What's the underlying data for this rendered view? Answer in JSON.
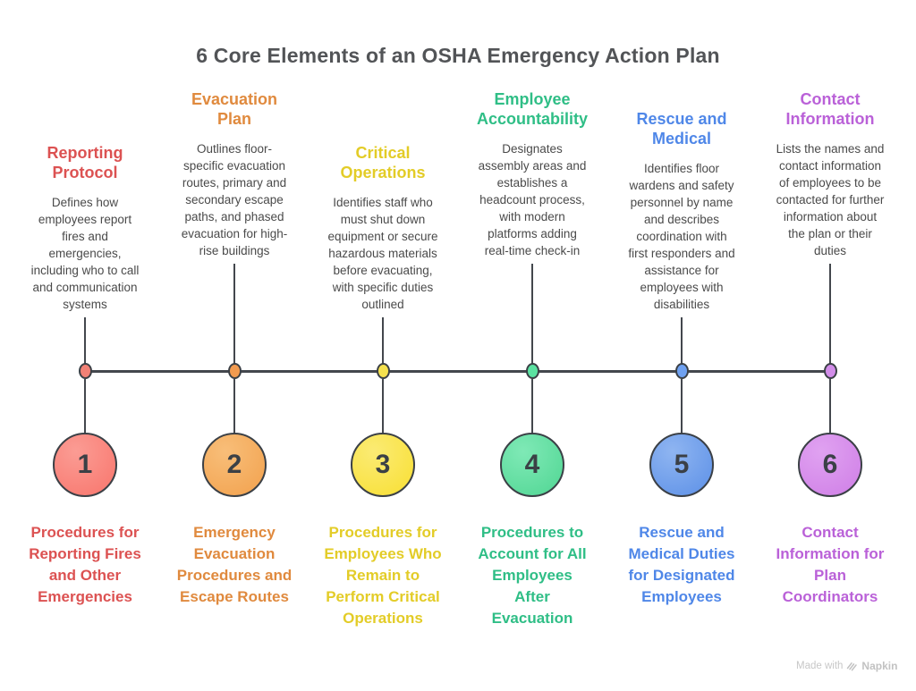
{
  "title": "6 Core Elements of an OSHA Emergency Action Plan",
  "timeline": {
    "line_color": "#43474d",
    "stroke_color": "#3b4046"
  },
  "items": [
    {
      "number": "1",
      "heading": "Reporting\nProtocol",
      "description": "Defines how\nemployees report\nfires and\nemergencies,\nincluding who to call\nand communication\nsystems",
      "bottom_label": "Procedures for\nReporting Fires\nand Other\nEmergencies",
      "color": "#dc5252",
      "dot_color": "#f28176",
      "circle_gradient": [
        "#fb9c94",
        "#f8756c"
      ]
    },
    {
      "number": "2",
      "heading": "Evacuation\nPlan",
      "description": "Outlines floor-\nspecific evacuation\nroutes, primary and\nsecondary escape\npaths, and phased\nevacuation for high-\nrise buildings",
      "bottom_label": "Emergency\nEvacuation\nProcedures and\nEscape Routes",
      "color": "#e08a3e",
      "dot_color": "#f29b50",
      "circle_gradient": [
        "#f8be79",
        "#f2a14d"
      ]
    },
    {
      "number": "3",
      "heading": "Critical\nOperations",
      "description": "Identifies staff who\nmust shut down\nequipment or secure\nhazardous materials\nbefore evacuating,\nwith specific duties\noutlined",
      "bottom_label": "Procedures for\nEmployees Who\nRemain to\nPerform Critical\nOperations",
      "color": "#e3cc27",
      "dot_color": "#f5e14e",
      "circle_gradient": [
        "#fbeb74",
        "#f8df32"
      ]
    },
    {
      "number": "4",
      "heading": "Employee\nAccountability",
      "description": "Designates\nassembly areas and\nestablishes a\nheadcount process,\nwith modern\nplatforms adding\nreal-time check-in",
      "bottom_label": "Procedures to\nAccount for All\nEmployees\nAfter\nEvacuation",
      "color": "#2fbe86",
      "dot_color": "#5be2a1",
      "circle_gradient": [
        "#7fe9b6",
        "#50d693"
      ]
    },
    {
      "number": "5",
      "heading": "Rescue and\nMedical",
      "description": "Identifies floor\nwardens and safety\npersonnel by name\nand describes\ncoordination with\nfirst responders and\nassistance for\nemployees with\ndisabilities",
      "bottom_label": "Rescue and\nMedical Duties\nfor Designated\nEmployees",
      "color": "#4f87e8",
      "dot_color": "#6fa1f1",
      "circle_gradient": [
        "#8fb5f1",
        "#5c90e7"
      ]
    },
    {
      "number": "6",
      "heading": "Contact\nInformation",
      "description": "Lists the names and\ncontact information\nof employees to be\ncontacted for further\ninformation about\nthe plan or their\nduties",
      "bottom_label": "Contact\nInformation for\nPlan\nCoordinators",
      "color": "#ba61d8",
      "dot_color": "#d28de9",
      "circle_gradient": [
        "#e0a2f1",
        "#cf7ee6"
      ]
    }
  ],
  "watermark": {
    "prefix": "Made with",
    "brand": "Napkin",
    "icon": "napkin-logo-icon"
  }
}
